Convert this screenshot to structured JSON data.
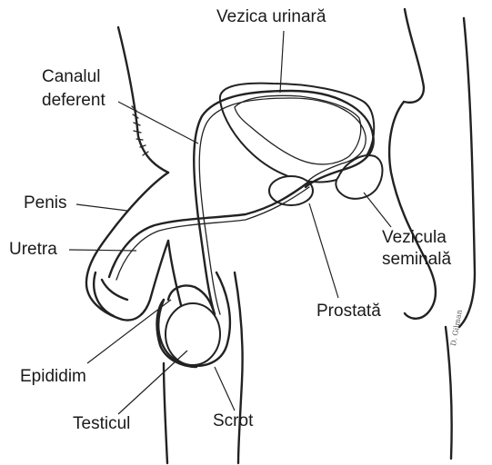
{
  "labels": {
    "vezica_urinara": "Vezica urinară",
    "canalul_deferent_line1": "Canalul",
    "canalul_deferent_line2": "deferent",
    "penis": "Penis",
    "uretra": "Uretra",
    "vezicula_seminala_line1": "Vezicula",
    "vezicula_seminala_line2": "seminală",
    "prostata": "Prostată",
    "epididim": "Epididim",
    "testicul": "Testicul",
    "scrot": "Scrot"
  },
  "signature": "D. Gilman",
  "colors": {
    "line": "#222222",
    "background": "#ffffff",
    "text": "#1a1a1a"
  }
}
